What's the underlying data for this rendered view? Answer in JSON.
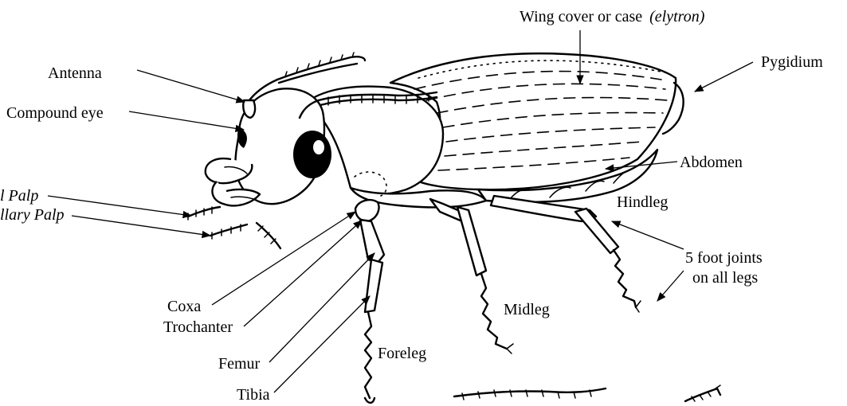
{
  "labels": {
    "wing_cover": "Wing cover or case",
    "wing_cover_italic": "(elytron)",
    "pygidium": "Pygidium",
    "antenna": "Antenna",
    "compound_eye": "Compound eye",
    "labial_palp": "l Palp",
    "maxillary_palp": "llary Palp",
    "abdomen": "Abdomen",
    "hindleg": "Hindleg",
    "foot_joints_line1": "5 foot joints",
    "foot_joints_line2": "on all legs",
    "coxa": "Coxa",
    "trochanter": "Trochanter",
    "midleg": "Midleg",
    "femur": "Femur",
    "foreleg": "Foreleg",
    "tibia": "Tibia"
  }
}
